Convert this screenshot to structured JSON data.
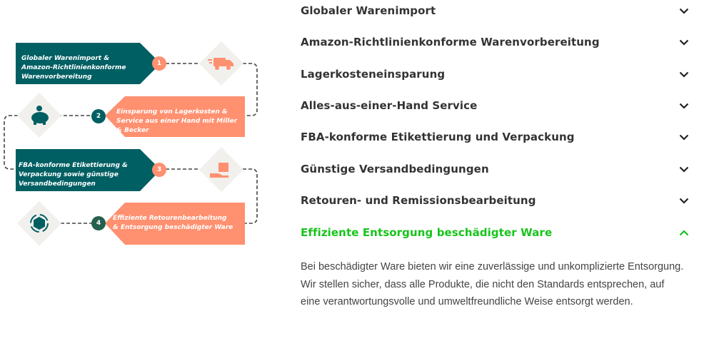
{
  "infographic": {
    "steps": [
      {
        "num": "1",
        "text": "Globaler Warenimport & Amazon-Richtlinienkonforme Warenvorbereitung",
        "icon": "truck-icon"
      },
      {
        "num": "2",
        "text": "Einsparung von Lagerkosten & Service aus einer Hand mit Miller & Becker",
        "icon": "piggy-bank-icon"
      },
      {
        "num": "3",
        "text": "FBA-konforme Etikettierung & Verpackung sowie günstige Versandbedingungen",
        "icon": "hand-box-icon"
      },
      {
        "num": "4",
        "text": "Effiziente Retourenbearbeitung & Entsorgung beschädigter Ware",
        "icon": "box-recycle-icon"
      }
    ],
    "colors": {
      "teal": "#005f63",
      "salmon": "#ff9070",
      "diamond": "#f1f0ed",
      "dark_green": "#26604e"
    }
  },
  "accordion": {
    "items": [
      {
        "title": "Globaler Warenimport",
        "expanded": false
      },
      {
        "title": "Amazon-Richtlinienkonforme Warenvorbereitung",
        "expanded": false
      },
      {
        "title": "Lagerkosteneinsparung",
        "expanded": false
      },
      {
        "title": "Alles-aus-einer-Hand Service",
        "expanded": false
      },
      {
        "title": "FBA-konforme Etikettierung und Verpackung",
        "expanded": false
      },
      {
        "title": "Günstige Versandbedingungen",
        "expanded": false
      },
      {
        "title": "Retouren- und Remissionsbearbeitung",
        "expanded": false
      },
      {
        "title": "Effiziente Entsorgung beschädigter Ware",
        "expanded": true
      }
    ],
    "active_body": "Bei beschädigter Ware bieten wir eine zuverlässige und unkomplizierte Entsorgung. Wir stellen sicher, dass alle Produkte, die nicht den Standards entsprechen, auf eine verantwortungsvolle und umweltfreundliche Weise entsorgt werden.",
    "active_color": "#17c41a"
  }
}
